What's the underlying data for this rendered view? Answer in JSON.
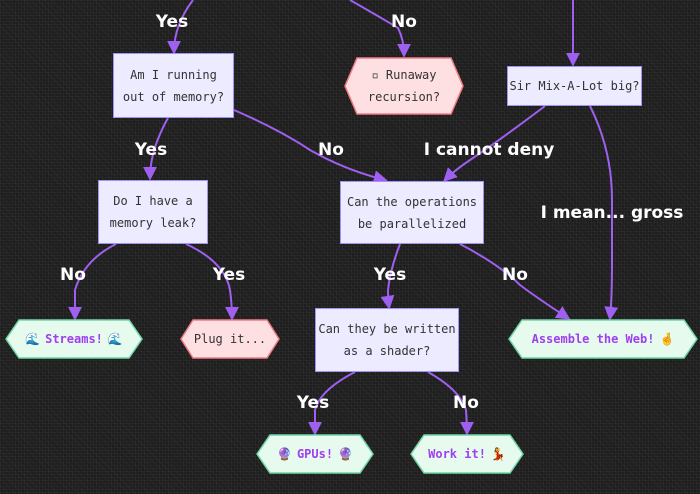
{
  "nodes": {
    "memory_question": {
      "line1": "Am I running",
      "line2": "out of memory?"
    },
    "runaway": {
      "icon": "stop-square-icon",
      "line1": "▫ Runaway",
      "line2": "recursion?"
    },
    "sir_mix": {
      "text": "Sir Mix-A-Lot big?"
    },
    "memory_leak": {
      "line1": "Do I have a",
      "line2": "memory leak?"
    },
    "parallelized": {
      "line1": "Can the operations",
      "line2": "be parallelized"
    },
    "streams": {
      "icon": "wave-icon",
      "text": "Streams!",
      "emoji": "🌊"
    },
    "plug_it": {
      "text": "Plug it..."
    },
    "shader": {
      "line1": "Can they be written",
      "line2": "as a shader?"
    },
    "assemble": {
      "text": "Assemble the Web!",
      "emoji": "🤞"
    },
    "gpus": {
      "icon": "crystal-ball-icon",
      "text": "GPUs!",
      "emoji": "🔮"
    },
    "work_it": {
      "icon": "dancer-icon",
      "text": "Work it!",
      "emoji": "💃"
    }
  },
  "edge_labels": {
    "top_yes": "Yes",
    "top_no": "No",
    "mem_yes": "Yes",
    "mem_no": "No",
    "cannot_deny": "I cannot deny",
    "mean_gross": "I mean... gross",
    "leak_no": "No",
    "leak_yes": "Yes",
    "par_yes": "Yes",
    "par_no": "No",
    "shader_yes": "Yes",
    "shader_no": "No"
  },
  "colors": {
    "background": "#1d1d1d",
    "edge": "#9f5ff0",
    "process_fill": "#ecebff",
    "process_stroke": "#9f93f7",
    "terminal_red_fill": "#ffe0e2",
    "terminal_red_stroke": "#f27b87",
    "terminal_green_fill": "#e6faee",
    "terminal_green_stroke": "#6fd7a7",
    "terminal_green_text": "#9f3ff0"
  }
}
